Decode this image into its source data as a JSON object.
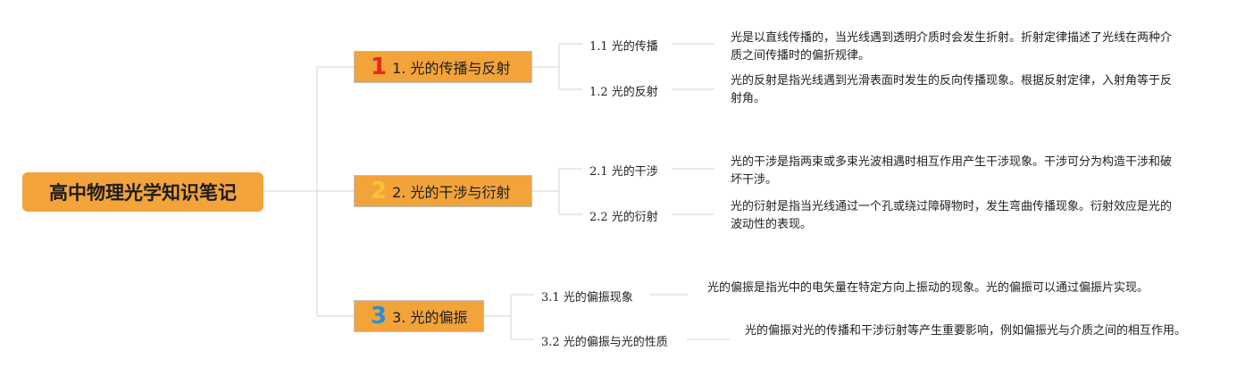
{
  "root": {
    "title": "高中物理光学知识笔记"
  },
  "topics": [
    {
      "number": "1",
      "number_color": "#e8291c",
      "label": "1. 光的传播与反射",
      "subs": [
        {
          "label": "1.1 光的传播",
          "desc": "光是以直线传播的，当光线遇到透明介质时会发生折射。折射定律描述了光线在两种介质之间传播时的偏折规律。"
        },
        {
          "label": "1.2 光的反射",
          "desc": "光的反射是指光线遇到光滑表面时发生的反向传播现象。根据反射定律，入射角等于反射角。"
        }
      ]
    },
    {
      "number": "2",
      "number_color": "#f7c234",
      "label": "2. 光的干涉与衍射",
      "subs": [
        {
          "label": "2.1 光的干涉",
          "desc": "光的干涉是指两束或多束光波相遇时相互作用产生干涉现象。干涉可分为构造干涉和破坏干涉。"
        },
        {
          "label": "2.2 光的衍射",
          "desc": "光的衍射是指当光线通过一个孔或绕过障碍物时，发生弯曲传播现象。衍射效应是光的波动性的表现。"
        }
      ]
    },
    {
      "number": "3",
      "number_color": "#2b8fd6",
      "label": "3. 光的偏振",
      "subs": [
        {
          "label": "3.1 光的偏振现象",
          "desc": "光的偏振是指光中的电矢量在特定方向上振动的现象。光的偏振可以通过偏振片实现。"
        },
        {
          "label": "3.2 光的偏振与光的性质",
          "desc": "光的偏振对光的传播和干涉衍射等产生重要影响，例如偏振光与介质之间的相互作用。"
        }
      ]
    }
  ]
}
